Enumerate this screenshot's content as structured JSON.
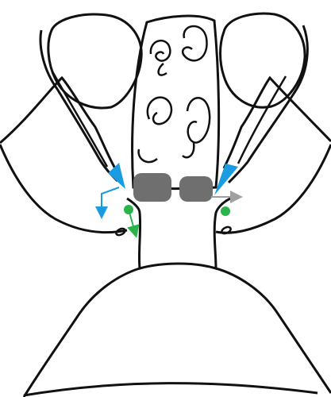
{
  "diagram": {
    "colors": {
      "outline": "#111111",
      "background": "#ffffff",
      "blue_marker": "#1b9be0",
      "grey_block": "#6f6f6f",
      "green_dot": "#2bb34a",
      "blue_arrow": "#1b9be0",
      "green_arrow": "#2bb34a",
      "grey_arrow": "#a0a0a0"
    },
    "parts": [
      "left-orbit-outline",
      "right-orbit-outline",
      "ethmoid-sinus-block",
      "nasal-cavity-outline",
      "left-blue-marker",
      "right-blue-marker",
      "left-grey-block",
      "right-grey-block",
      "left-green-dot",
      "right-green-dot",
      "left-blue-arrow",
      "left-green-arrow",
      "right-grey-arrow"
    ]
  }
}
